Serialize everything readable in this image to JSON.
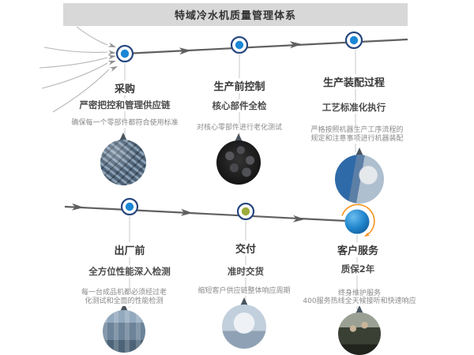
{
  "title": "特域冷水机质量管理体系",
  "rows": [
    {
      "steps": [
        {
          "title": "采购",
          "subtitle": "严密把控和管理供应链",
          "description": "确保每一个零部件都符合使用标准",
          "photo": "metal-parts-photo"
        },
        {
          "title": "生产前控制",
          "subtitle": "核心部件全检",
          "description": "对核心零部件进行老化测试",
          "photo": "compressors-photo"
        },
        {
          "title": "生产装配过程",
          "subtitle": "工艺标准化执行",
          "description": "严格按照机器生产工序流程的规定和注意事项进行机器装配",
          "photo": "assembly-workers-photo"
        }
      ]
    },
    {
      "steps": [
        {
          "title": "出厂前",
          "subtitle": "全方位性能深入检测",
          "description": "每一台成品机都必须经过老化测试和全面的性能检测",
          "photo": "factory-testing-photo"
        },
        {
          "title": "交付",
          "subtitle": "准时交货",
          "description": "缩短客户供应链整体响应周期",
          "photo": "packaged-machine-photo"
        },
        {
          "title": "客户服务",
          "subtitle": "质保2年",
          "description": "终身维护服务",
          "description2": "400服务热线全天候接听和快速响应",
          "photo": "customer-service-photo"
        }
      ]
    }
  ],
  "colors": {
    "title_bar_bg": "#d8d8d8",
    "timeline_gray": "#606060",
    "node_blue": "#1b87d6",
    "node_ring_navy": "#27477f",
    "delivery_node_olive": "#9cab3c",
    "service_node_blue": "#2489cf",
    "service_arc_orange": "#f7941d"
  }
}
